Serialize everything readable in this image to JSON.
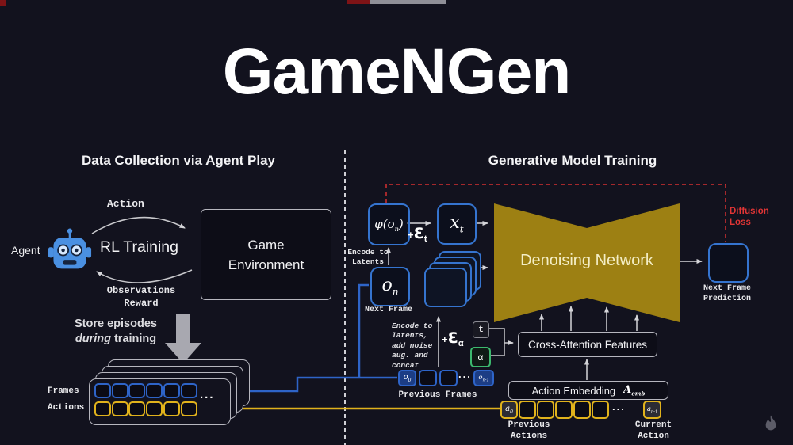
{
  "colors": {
    "background": "#12121e",
    "accent_blue": "#3574cf",
    "accent_yellow": "#e0b21c",
    "denoise_gold": "#9d8013",
    "loss_red": "#d43030",
    "alpha_green": "#3cb96e",
    "progress_played": "#7e1316",
    "progress_track": "#8f8f97"
  },
  "title": "GameNGen",
  "left_section": {
    "header": "Data Collection via Agent Play",
    "agent_label": "Agent",
    "rl_training_label": "RL Training",
    "action_label": "Action",
    "observations_label": "Observations",
    "reward_label": "Reward",
    "game_environment": {
      "line1": "Game",
      "line2": "Environment"
    },
    "store_episodes": {
      "line1": "Store episodes",
      "line2_italic": "during",
      "line2_rest": " training"
    },
    "frames_label": "Frames",
    "actions_label": "Actions",
    "ellipsis": "..."
  },
  "right_section": {
    "header": "Generative Model Training",
    "phi": {
      "pre": "φ(o",
      "sub": "n",
      "post": ")"
    },
    "eps_t": {
      "plus": "+",
      "eps": "Ɛ",
      "sub": "t"
    },
    "xt": {
      "main": "x",
      "sub": "t"
    },
    "encode_to_latents": [
      "Encode to",
      "Latents"
    ],
    "on": {
      "main": "o",
      "sub": "n"
    },
    "next_frame_label": "Next Frame",
    "denoising_network_label": "Denoising Network",
    "diffusion_loss": [
      "Diffusion",
      "Loss"
    ],
    "next_frame_prediction": [
      "Next Frame",
      "Prediction"
    ],
    "encode_note": [
      "Encode to",
      "latents,",
      "add noise",
      "aug. and",
      "concat"
    ],
    "eps_a": {
      "plus": "+",
      "eps": "Ɛ",
      "sub": "α"
    },
    "t_label": "t",
    "alpha_label": "α",
    "cross_attention_label": "Cross-Attention Features",
    "action_embedding_label": "Action Embedding",
    "a_emb": {
      "main": "A",
      "sub": "emb"
    },
    "o_first": {
      "main": "o",
      "sub": "0"
    },
    "o_last": {
      "main": "o",
      "sub": "n-1"
    },
    "frames_ellipsis": "...",
    "previous_frames_label": "Previous Frames",
    "a_first": {
      "main": "a",
      "sub": "0"
    },
    "a_last": {
      "main": "a",
      "sub": "n-1"
    },
    "actions_ellipsis": "...",
    "previous_actions": [
      "Previous",
      "Actions"
    ],
    "current_action": [
      "Current",
      "Action"
    ]
  }
}
